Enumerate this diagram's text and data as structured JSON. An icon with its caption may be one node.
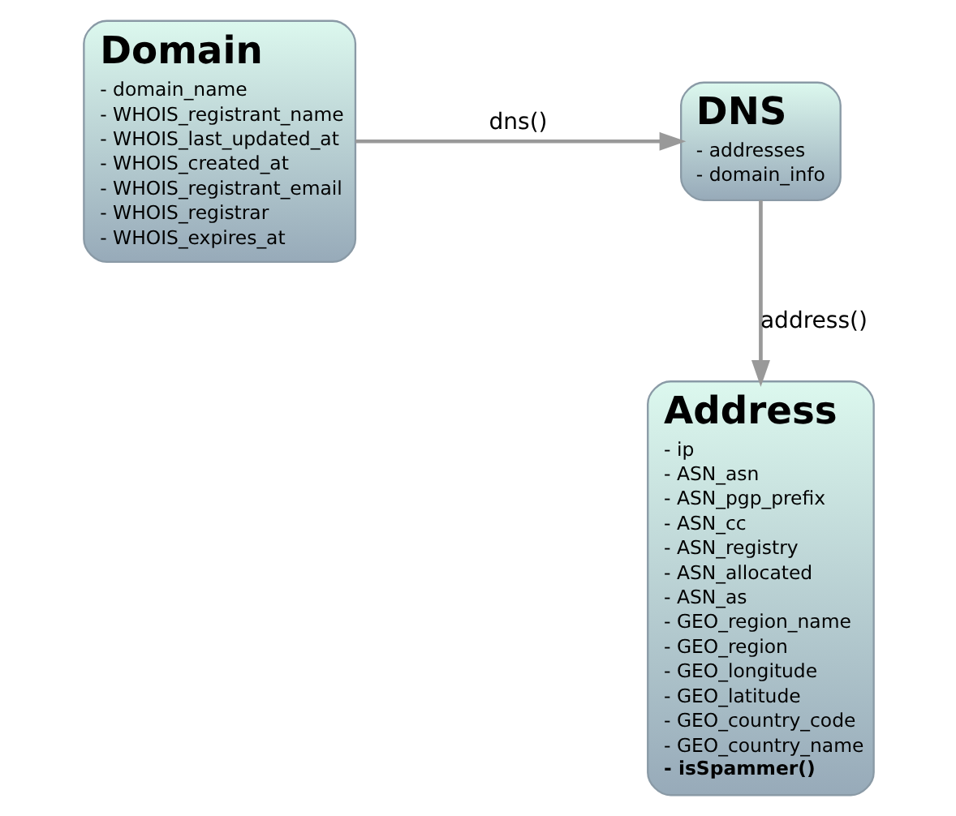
{
  "diagram": {
    "nodes": [
      {
        "text": [
          "Domain",
          "- domain_name",
          "- WHOIS_registrant_name",
          "- WHOIS_last_updated_at",
          "- WHOIS_created_at",
          "- WHOIS_registrant_email",
          "- WHOIS_registrar",
          "- WHOIS_expires_at"
        ]
      },
      {
        "text": [
          "DNS",
          "- addresses",
          "- domain_info"
        ]
      },
      {
        "text": [
          "Address",
          "- ip",
          "- ASN_asn",
          "- ASN_pgp_prefix",
          "- ASN_cc",
          "- ASN_registry",
          "- ASN_allocated",
          "- ASN_as",
          "- GEO_region_name",
          "- GEO_region",
          "- GEO_longitude",
          "- GEO_latitude",
          "- GEO_country_code",
          "- GEO_country_name",
          "**- isSpammer()**"
        ]
      }
    ],
    "edges": [
      {
        "from": 0,
        "to": 1,
        "arrow": "to",
        "label": "dns()"
      },
      {
        "from": 1,
        "to": 2,
        "arrow": "to",
        "label": "address()"
      }
    ]
  }
}
